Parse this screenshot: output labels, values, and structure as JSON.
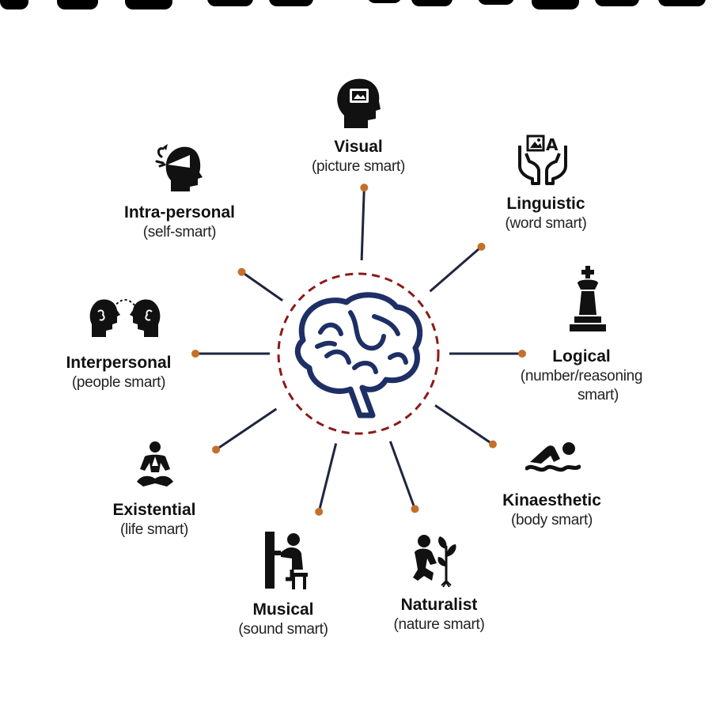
{
  "colors": {
    "spoke": "#1f2540",
    "dot": "#c4702b",
    "ring": "#8b1a1a",
    "brain": "#1e2f66",
    "icon": "#111111"
  },
  "center": {
    "icon": "brain-icon"
  },
  "intelligences": [
    {
      "id": "visual",
      "name": "Visual",
      "sub": "(picture smart)",
      "icon": "head-picture-icon"
    },
    {
      "id": "linguistic",
      "name": "Linguistic",
      "sub": "(word smart)",
      "icon": "hands-letters-icon"
    },
    {
      "id": "logical",
      "name": "Logical",
      "sub_lines": [
        "(number/reasoning",
        "smart)"
      ],
      "icon": "chess-king-icon"
    },
    {
      "id": "kinaesthetic",
      "name": "Kinaesthetic",
      "sub": "(body smart)",
      "icon": "swimmer-icon"
    },
    {
      "id": "naturalist",
      "name": "Naturalist",
      "sub": "(nature smart)",
      "icon": "gardener-icon"
    },
    {
      "id": "musical",
      "name": "Musical",
      "sub": "(sound smart)",
      "icon": "pianist-icon"
    },
    {
      "id": "existential",
      "name": "Existential",
      "sub": "(life smart)",
      "icon": "meditation-icon"
    },
    {
      "id": "interpersonal",
      "name": "Interpersonal",
      "sub": "(people smart)",
      "icon": "two-heads-icon"
    },
    {
      "id": "intrapersonal",
      "name": "Intra-personal",
      "sub": "(self-smart)",
      "icon": "head-reflection-icon"
    }
  ]
}
